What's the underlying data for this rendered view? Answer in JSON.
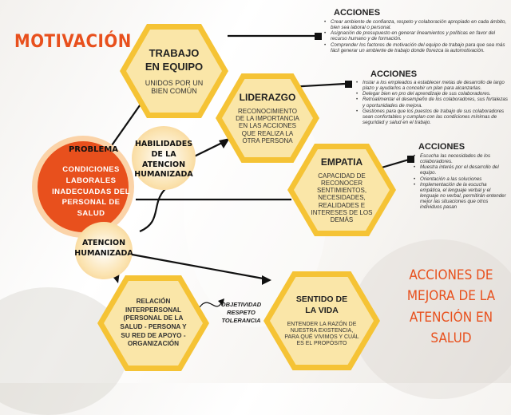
{
  "title": "MOTIVACIÓN",
  "right_title": [
    "ACCIONES DE",
    "MEJORA DE LA",
    "ATENCIÓN EN",
    "SALUD"
  ],
  "problema": {
    "label": "PROBLEMA",
    "text": "CONDICIONES LABORALES INADECUADAS DEL PERSONAL DE SALUD"
  },
  "habilidades": "HABILIDADES DE LA ATENCION HUMANIZADA",
  "atencion": "ATENCION HUMANIZADA",
  "trabajo": {
    "title": "TRABAJO EN EQUIPO",
    "body": "UNIDOS POR UN BIEN COMÚN"
  },
  "liderazgo": {
    "title": "LIDERAZGO",
    "body": "RECONOCIMIENTO DE LA IMPORTANCIA EN LAS ACCIONES QUE REALIZA LA OTRA PERSONA"
  },
  "empatia": {
    "title": "EMPATIA",
    "body": "CAPACIDAD DE RECONOCER SENTIMIENTOS, NECESIDADES, REALIDADES E INTERESES DE LOS DEMÁS"
  },
  "relacion": {
    "body": "RELACIÓN INTERPERSONAL (PERSONAL DE LA SALUD - PERSONA Y SU RED DE APOYO - ORGANIZACIÓN"
  },
  "sentido": {
    "title": "SENTIDO DE LA VIDA",
    "body": "ENTENDER LA RAZÓN DE NUESTRA EXISTENCIA, PARA QUÉ VIVIMOS Y CUÁL ES EL PROPÓSITO"
  },
  "valores": [
    "OBJETIVIDAD",
    "RESPETO",
    "TOLERANCIA"
  ],
  "acciones1": {
    "heading": "ACCIONES",
    "items": [
      "Crear ambiente de confianza, respeto y colaboración apropiado en cada ámbito, bien sea laboral o personal.",
      "Asignación de presupuesto en generar lineamientos y políticas en favor del recurso humano y de formación.",
      "Comprender los factores de motivación del equipo de trabajo para que sea más fácil generar un ambiente de trabajo donde florezca la automotivación."
    ]
  },
  "acciones2": {
    "heading": "ACCIONES",
    "items": [
      "Instar a los empleados a establecer metas de desarrollo de largo plazo y ayudarlos a concebir un plan para alcanzarlas.",
      "Delegar bien en pro del aprendizaje de sus colaboradores.",
      "Retroalimentar el desempeño de los colaboradores, sus fortalezas y oportunidades de mejora.",
      "Gestiones para que los puestos de trabajo de sus colaboradores sean confortables y cumplan con las condiciones mínimas de seguridad y salud en el trabajo."
    ]
  },
  "acciones3": {
    "heading": "ACCIONES",
    "items": [
      "Escucha las necesidades de los colaboradores.",
      "Muestra interés por el desarrollo del equipo.",
      "Orientación a las soluciones",
      "Implementación de la escucha empática, el lenguaje verbal y el lenguaje no verbal, permitirán entender mejor las situaciones que otros individuos pasan"
    ]
  },
  "colors": {
    "accent": "#e8501d",
    "hex_outer": "#f5c335",
    "hex_inner": "#fae6a8",
    "circle_orange": "#e8501d"
  }
}
